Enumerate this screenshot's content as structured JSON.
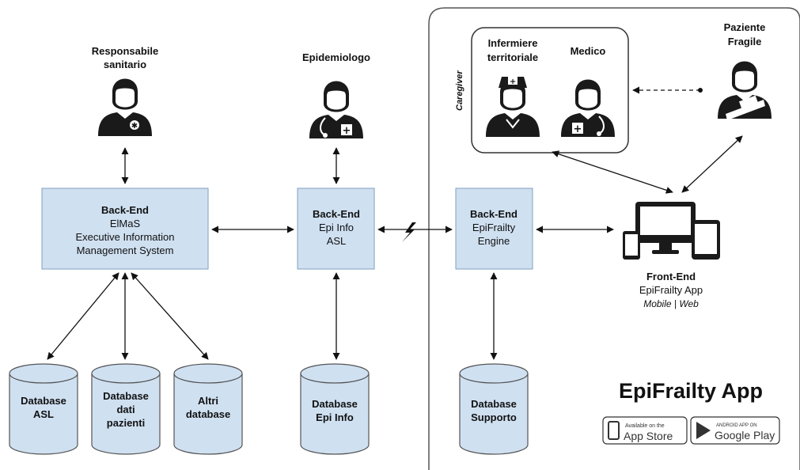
{
  "roles": {
    "responsabile": [
      "Responsabile",
      "sanitario"
    ],
    "epidemiologo": "Epidemiologo",
    "infermiere": [
      "Infermiere",
      "territoriale"
    ],
    "medico": "Medico",
    "paziente": [
      "Paziente",
      "Fragile"
    ],
    "caregiver": "Caregiver"
  },
  "boxes": {
    "elmas": [
      "Back-End",
      "ElMaS",
      "Executive Information",
      "Management System"
    ],
    "epiinfo": [
      "Back-End",
      "Epi Info",
      "ASL"
    ],
    "engine": [
      "Back-End",
      "EpiFrailty",
      "Engine"
    ]
  },
  "frontend": [
    "Front-End",
    "EpiFrailty App",
    "Mobile | Web"
  ],
  "databases": {
    "asl": [
      "Database",
      "ASL"
    ],
    "pazienti": [
      "Database",
      "dati",
      "pazienti"
    ],
    "altri": [
      "Altri",
      "database"
    ],
    "epiinfo": [
      "Database",
      "Epi Info"
    ],
    "supporto": [
      "Database",
      "Supporto"
    ]
  },
  "brand": {
    "title": "EpiFrailty App",
    "appstore_small": "Available on the",
    "appstore": "App Store",
    "googleplay_small": "ANDROID APP ON",
    "googleplay": "Google Play"
  },
  "colors": {
    "box_fill": "#cfe0f1",
    "box_stroke": "#7f9fbf",
    "db_fill": "#cfe0f1",
    "icon": "#1a1a1a"
  }
}
